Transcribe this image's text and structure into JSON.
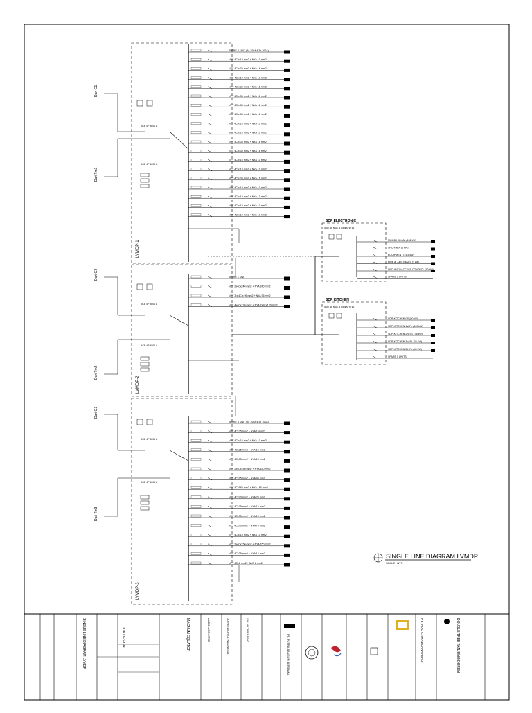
{
  "diagram": {
    "title": "SINGLE LINE DIAGRAM LVMDP",
    "scale": "SCALE | NTS",
    "panels": [
      {
        "name": "LVMDP-1",
        "incomer": "ACB 4P 3000 A",
        "genset_incomer": "ACB 4P 4000 A",
        "supply_top": "Dari G1",
        "supply_bottom": "Dari Tm1"
      },
      {
        "name": "LVMDP-2",
        "incomer": "ACB 4P 3000 A",
        "genset_incomer": "ACB 4P 4000 A",
        "supply_top": "Dari G2",
        "supply_bottom": "Dari Tm2"
      },
      {
        "name": "LVMDP-3",
        "incomer": "ACB 4P 3000 A",
        "genset_incomer": "ACB 4P 4000 A",
        "supply_top": "Dari G3",
        "supply_bottom": "Dari Tm3"
      }
    ],
    "feeders_1": [
      "SPARE 4 UNIT (3x 100A 4 3x 100A)",
      "NYY 4C x 10 mm2 + NYA 10 mm2",
      "NYY 4C x 35 mm2 + NYA 16 mm2",
      "NYY 4C x 10 mm2 + NYA 10 mm2",
      "NYY 4C x 35 mm2 + NYA 16 mm2",
      "NYY 4C x 35 mm2 + NYA 16 mm2",
      "NYY 4C x 35 mm2 + NYA 16 mm2",
      "NYY 4C x 35 mm2 + NYA 16 mm2",
      "NYY 4C x 10 mm2 + NYA 10 mm2",
      "NYY 4C x 10 mm2 + NYA 10 mm2",
      "NYY 4C x 35 mm2 + NYA 16 mm2",
      "NYY 4C x 35 mm2 + NYA 16 mm2",
      "NYY 4C x 10 mm2 + NYA 10 mm2",
      "NYY 4C x 10 mm2 + NYA 10 mm2",
      "NYY 4C x 35 mm2 + NYA 16 mm2",
      "NYY 4C x 10 mm2 + NYA 10 mm2",
      "NYY 4C x 10 mm2 + NYA 10 mm2",
      "NYY 4C x 10 mm2 + NYA 10 mm2",
      "NYY 4C x 10 mm2 + NYA 10 mm2"
    ],
    "feeders_2": [
      "SPARE 1 UNIT",
      "NYY 2x4Cx240 mm2 + NYA 240 mm2",
      "NYY 3 x 4C x 95 mm2 + NYA 95 mm2",
      "NYY 4x4Cx120 mm2 + NYA 2x1Cx120 mm2"
    ],
    "feeders_3": [
      "SPARE 4 UNIT (3x 100A 4 3x 100A)",
      "NYY 4Cx35 mm2 + NYA 16mm2",
      "NYY 4C x 10 mm2 + NYA 10 mm2",
      "NYY 4Cx35 mm2 + NYA 16 mm2",
      "NYY 4Cx35 mm2 + NYA 16 mm2",
      "NYY 2x4Cx150 mm2 + NYA 150 mm2",
      "NYY 4Cx95 mm2 + NYA 95 mm2",
      "NYY 4Cx185 mm2 + NYA 185 mm2",
      "NYY 4Cx70 mm2 + NYA 70 mm2",
      "NYY 4Cx35 mm2 + NYA 16 mm2",
      "NYY 4Cx35 mm2 + NYA 16 mm2",
      "NYY 4Cx70 mm2 + NYA 70 mm2",
      "NYY 4C x 10 mm2 + NYA 10 mm2",
      "NYY 2x4Cx150 mm2 + NYA 150 mm2",
      "NYY 4Cx35 mm2 + NYA 16 mm2",
      "NYY 4Cx6 mm2 + NYA 6 mm2"
    ],
    "sdp_electronic": {
      "title": "SDP ELECTRONIC",
      "spec": "380V, 3P 50Hz, 4 WIRES, 35 kA",
      "circuits": [
        "MOOD HIGHAL (152 kW)",
        "SPC-PABX (6 kW)",
        "EQUIPMENT (21.5 kW)",
        "FIRE ALARM PANEL (3 kW)",
        "SECURITY/ACCESS CONTROL (10 kW)",
        "SPARE 2 UNITS"
      ]
    },
    "sdp_kitchen": {
      "title": "SDP KITCHEN",
      "spec": "380V, 3P 50Hz, 4 WIRES, 70 kA",
      "circuits": [
        "SDP-KITCHEN GF (50 kW)",
        "SDP-KITCHEN 1st FL (100 kW)",
        "SDP-KITCHEN 2nd FL (36 kW)",
        "SDP-KITCHEN 3rd FL (36 kW)",
        "SDP-KITCHEN 5th FL (44 kW)",
        "SPARE 1 UNITS"
      ]
    }
  },
  "title_block": {
    "project": "DOUBLE TREE TANJUNG DUREN",
    "owner": "PT. INDO CITRA BUANA ABADI",
    "contractor": "PT. PUTRA BANGUN BERSAMA",
    "consultant_1": "MAGNUM EQUATOR",
    "consultant_2": "LOOK DESIGN",
    "consultant_3": "AUDIO ACOUSTIC",
    "consultant_4": "3D NETWORKS INDONESIA",
    "consultant_5": "SALAD DRESSING",
    "sheet_title": "SINGLE LINE DIAGRAM LVMDP"
  }
}
